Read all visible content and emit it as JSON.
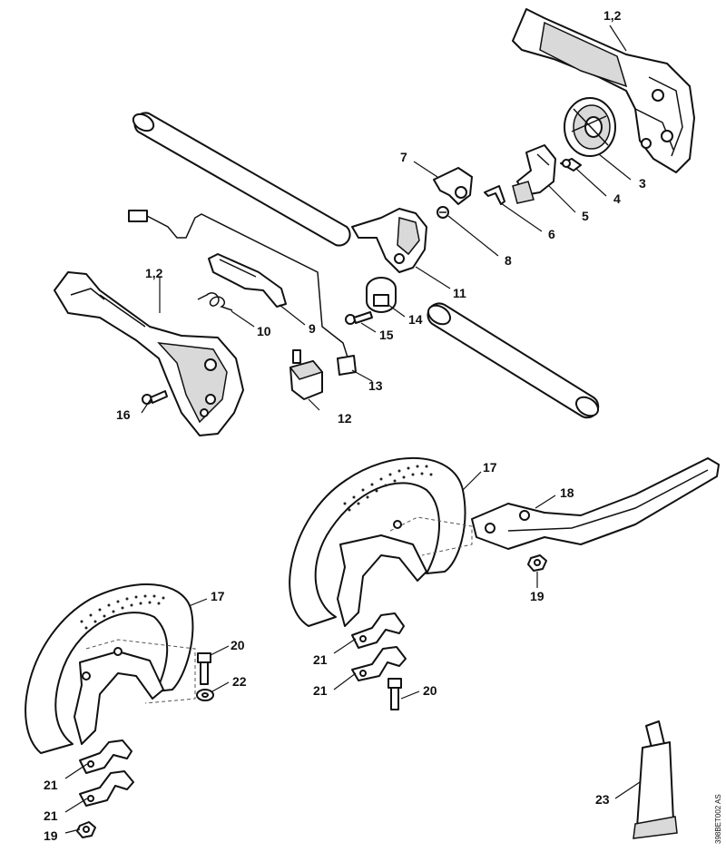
{
  "callouts": [
    {
      "id": "c-1-2-top",
      "text": "1,2"
    },
    {
      "id": "c-3",
      "text": "3"
    },
    {
      "id": "c-4",
      "text": "4"
    },
    {
      "id": "c-5",
      "text": "5"
    },
    {
      "id": "c-6",
      "text": "6"
    },
    {
      "id": "c-7",
      "text": "7"
    },
    {
      "id": "c-8",
      "text": "8"
    },
    {
      "id": "c-11",
      "text": "11"
    },
    {
      "id": "c-14",
      "text": "14"
    },
    {
      "id": "c-15",
      "text": "15"
    },
    {
      "id": "c-9",
      "text": "9"
    },
    {
      "id": "c-10",
      "text": "10"
    },
    {
      "id": "c-1-2-left",
      "text": "1,2"
    },
    {
      "id": "c-16",
      "text": "16"
    },
    {
      "id": "c-12",
      "text": "12"
    },
    {
      "id": "c-13",
      "text": "13"
    },
    {
      "id": "c-17-right",
      "text": "17"
    },
    {
      "id": "c-18",
      "text": "18"
    },
    {
      "id": "c-19-right",
      "text": "19"
    },
    {
      "id": "c-17-left",
      "text": "17"
    },
    {
      "id": "c-20-left",
      "text": "20"
    },
    {
      "id": "c-22",
      "text": "22"
    },
    {
      "id": "c-21-mid-a",
      "text": "21"
    },
    {
      "id": "c-21-mid-b",
      "text": "21"
    },
    {
      "id": "c-20-mid",
      "text": "20"
    },
    {
      "id": "c-21-left-a",
      "text": "21"
    },
    {
      "id": "c-21-left-b",
      "text": "21"
    },
    {
      "id": "c-19-left",
      "text": "19"
    },
    {
      "id": "c-23",
      "text": "23"
    }
  ],
  "drawing_code": "398BET002 AS"
}
